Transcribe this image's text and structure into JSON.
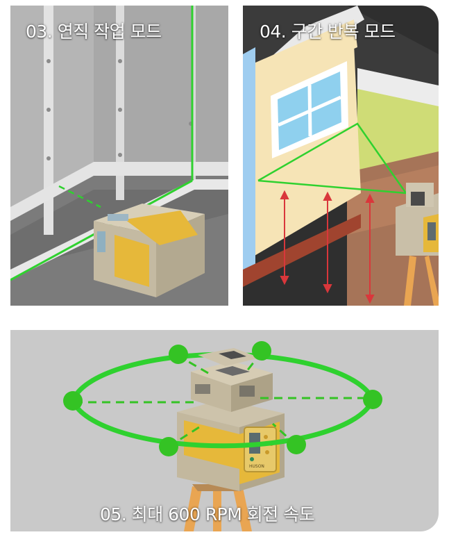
{
  "panels": [
    {
      "id": "03",
      "caption": "03. 연직 작업 모드"
    },
    {
      "id": "04",
      "caption": "04. 구간 반복 모드"
    },
    {
      "id": "05",
      "caption": "05. 최대 600 RPM 회전 속도"
    }
  ],
  "device": {
    "brand_label": "HUSON"
  },
  "colors": {
    "laser_green": "#2fd12f",
    "laser_dot": "#34c324",
    "accent_yellow": "#e6b83a",
    "device_body": "#c9bfa8",
    "marker_red": "#d9373b",
    "tripod_orange": "#e9a552"
  }
}
